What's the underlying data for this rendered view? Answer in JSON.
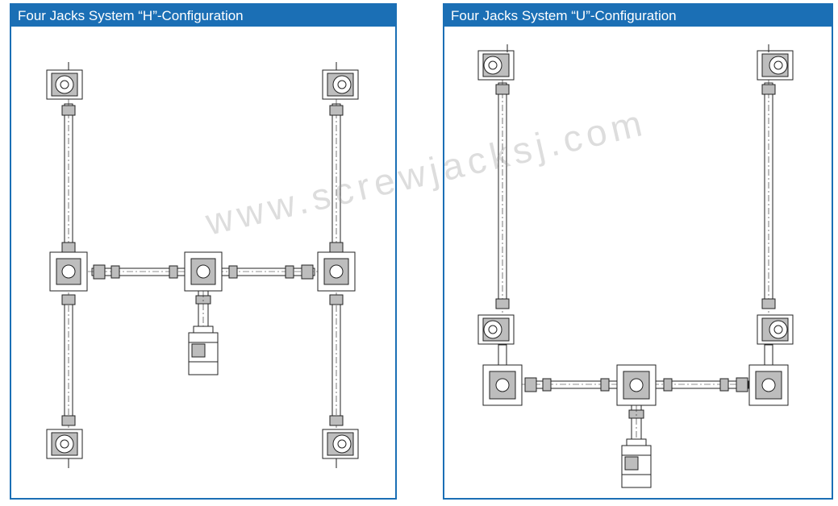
{
  "panels": [
    {
      "title": "Four Jacks System  “H”-Configuration"
    },
    {
      "title": "Four Jacks System  “U”-Configuration"
    }
  ],
  "watermark": "www.screwjacksj.com",
  "colors": {
    "accent": "#1b6fb5",
    "line": "#222222",
    "shade": "#bdbdbd"
  }
}
